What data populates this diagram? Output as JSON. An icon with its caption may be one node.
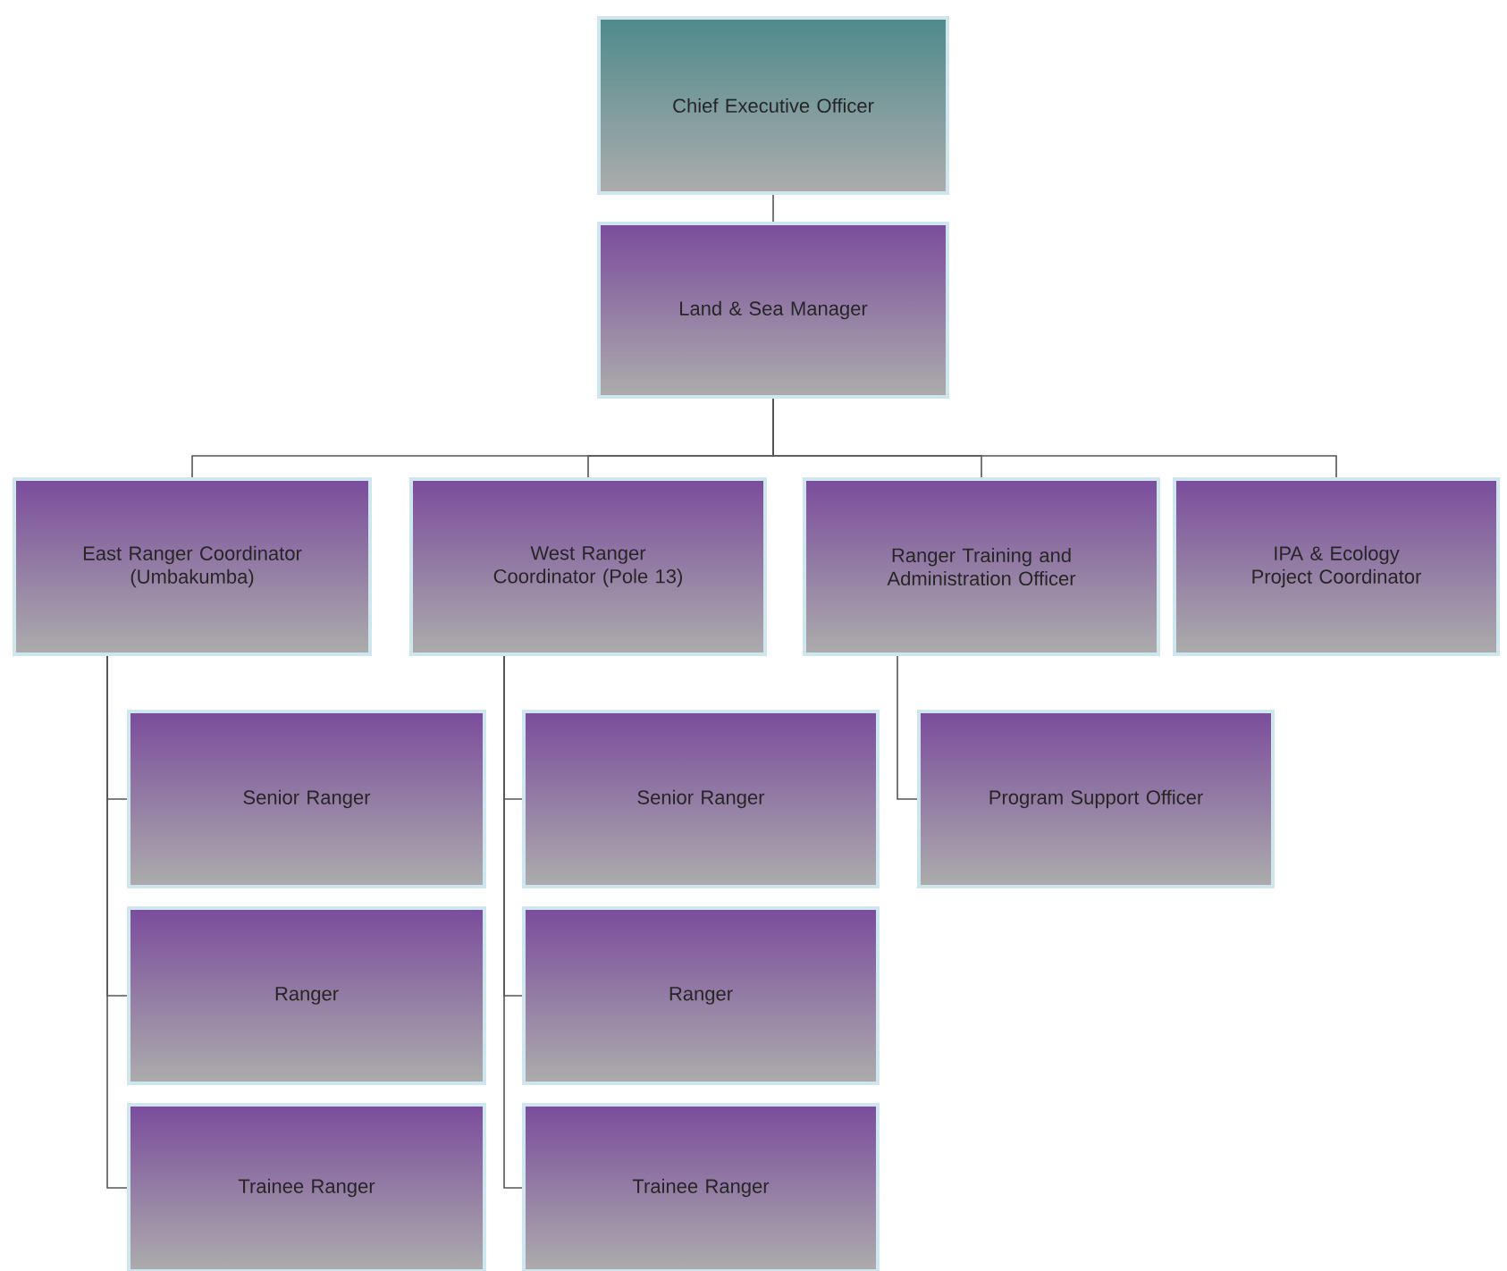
{
  "diagram": {
    "nodes": [
      {
        "text": [
          "Chief Executive Officer"
        ]
      },
      {
        "text": [
          "Land & Sea Manager"
        ]
      },
      {
        "text": [
          "East Ranger Coordinator (Umbakumba)"
        ]
      },
      {
        "text": [
          "West Ranger Coordinator (Pole 13)"
        ]
      },
      {
        "text": [
          "Ranger Training and Administration Officer"
        ]
      },
      {
        "text": [
          "IPA & Ecology Project Coordinator"
        ]
      },
      {
        "text": [
          "Senior Ranger"
        ]
      },
      {
        "text": [
          "Ranger"
        ]
      },
      {
        "text": [
          "Trainee Ranger"
        ]
      },
      {
        "text": [
          "Senior Ranger"
        ]
      },
      {
        "text": [
          "Ranger"
        ]
      },
      {
        "text": [
          "Trainee Ranger"
        ]
      },
      {
        "text": [
          "Program Support Officer"
        ]
      }
    ],
    "edges": [
      {
        "from": 0,
        "to": 1,
        "arrow": "none"
      },
      {
        "from": 1,
        "to": 2,
        "arrow": "none"
      },
      {
        "from": 1,
        "to": 3,
        "arrow": "none"
      },
      {
        "from": 1,
        "to": 4,
        "arrow": "none"
      },
      {
        "from": 1,
        "to": 5,
        "arrow": "none"
      },
      {
        "from": 2,
        "to": 6,
        "arrow": "none"
      },
      {
        "from": 2,
        "to": 7,
        "arrow": "none"
      },
      {
        "from": 2,
        "to": 8,
        "arrow": "none"
      },
      {
        "from": 3,
        "to": 9,
        "arrow": "none"
      },
      {
        "from": 3,
        "to": 10,
        "arrow": "none"
      },
      {
        "from": 3,
        "to": 11,
        "arrow": "none"
      },
      {
        "from": 4,
        "to": 12,
        "arrow": "none"
      }
    ]
  }
}
